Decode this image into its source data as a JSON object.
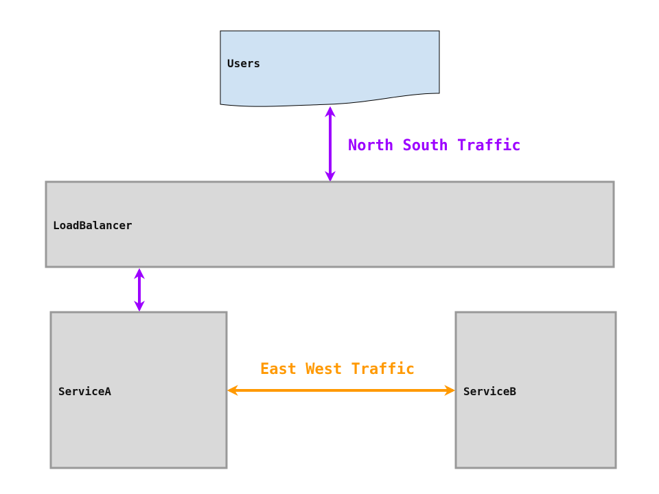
{
  "nodes": {
    "users": {
      "label": "Users"
    },
    "load_balancer": {
      "label": "LoadBalancer"
    },
    "service_a": {
      "label": "ServiceA"
    },
    "service_b": {
      "label": "ServiceB"
    }
  },
  "traffic": {
    "north_south": {
      "label": "North South Traffic",
      "color": "#9c00ff"
    },
    "east_west": {
      "label": "East West Traffic",
      "color": "#ff9900"
    }
  },
  "colors": {
    "users_fill": "#cfe2f3",
    "box_fill": "#d9d9d9",
    "box_stroke": "#999999",
    "doc_stroke": "#000000"
  }
}
